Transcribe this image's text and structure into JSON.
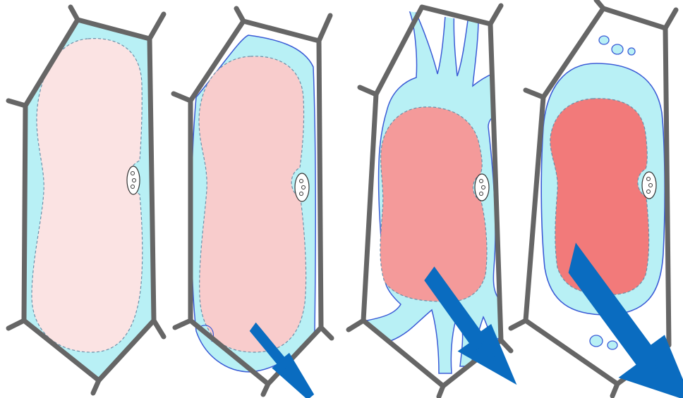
{
  "diagram": {
    "stages": [
      {
        "stage": 1,
        "plasmolysis": "none",
        "water_loss_arrow": "none"
      },
      {
        "stage": 2,
        "plasmolysis": "slight",
        "water_loss_arrow": "small"
      },
      {
        "stage": 3,
        "plasmolysis": "moderate",
        "water_loss_arrow": "medium"
      },
      {
        "stage": 4,
        "plasmolysis": "severe",
        "water_loss_arrow": "large"
      }
    ],
    "colors": {
      "cell_wall": "#666666",
      "cytoplasm": "#b8f0f5",
      "membrane_line": "#3b5bd6",
      "arrow": "#0a6cc0",
      "vacuole_stages": [
        "#fbe3e3",
        "#f8cccc",
        "#f49a9a",
        "#f27a7a"
      ]
    },
    "icons": [
      "nucleus-icon",
      "arrow-icon"
    ]
  }
}
